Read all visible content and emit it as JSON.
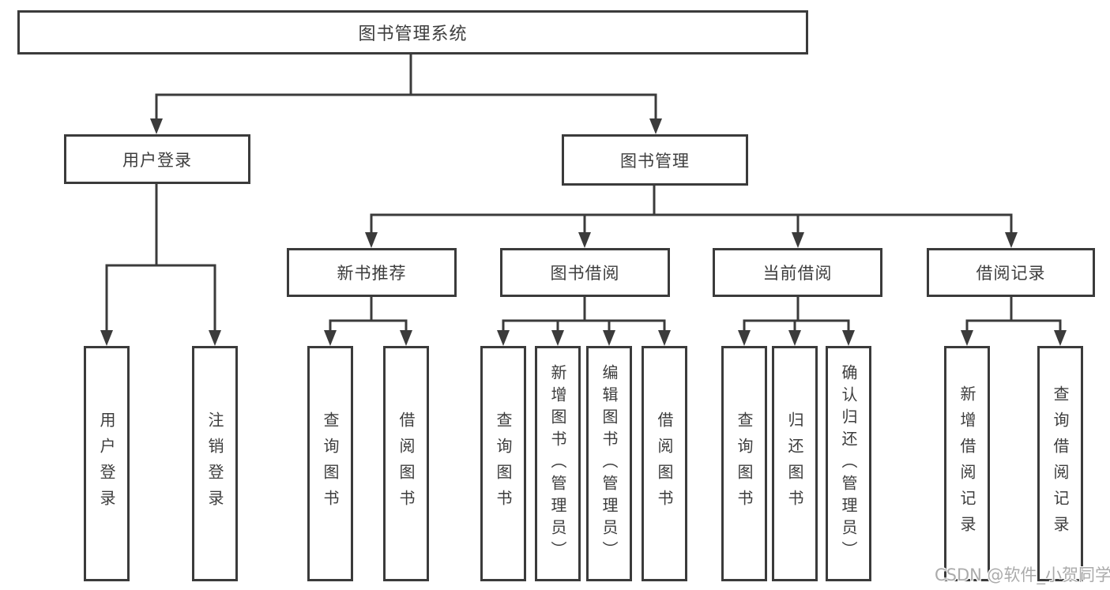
{
  "tree": {
    "root": {
      "label": "图书管理系统"
    },
    "level2": [
      {
        "label": "用户登录",
        "children": [
          {
            "label": "用户登录"
          },
          {
            "label": "注销登录"
          }
        ]
      },
      {
        "label": "图书管理",
        "children": [
          {
            "label": "新书推荐",
            "children": [
              {
                "label": "查询图书"
              },
              {
                "label": "借阅图书"
              }
            ]
          },
          {
            "label": "图书借阅",
            "children": [
              {
                "label": "查询图书"
              },
              {
                "label": "新增图书（管理员）"
              },
              {
                "label": "编辑图书（管理员）"
              },
              {
                "label": "借阅图书"
              }
            ]
          },
          {
            "label": "当前借阅",
            "children": [
              {
                "label": "查询图书"
              },
              {
                "label": "归还图书"
              },
              {
                "label": "确认归还（管理员）"
              }
            ]
          },
          {
            "label": "借阅记录",
            "children": [
              {
                "label": "新增借阅记录"
              },
              {
                "label": "查询借阅记录"
              }
            ]
          }
        ]
      }
    ]
  },
  "watermark": {
    "text": "CSDN @软件_小贺同学"
  },
  "colors": {
    "line": "#3b3b3b",
    "text": "#3d3d3d",
    "watermark": "#ababab",
    "background": "#ffffff"
  }
}
